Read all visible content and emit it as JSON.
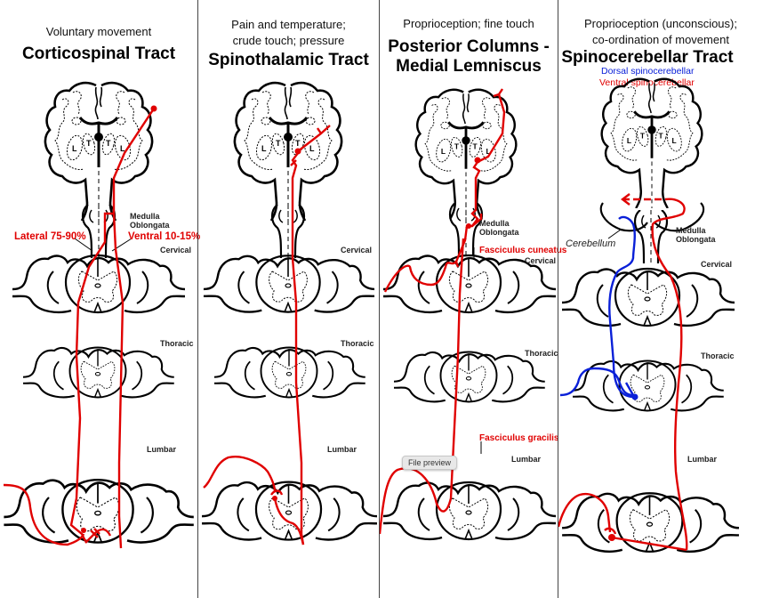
{
  "panels": [
    {
      "subtitle": [
        "Voluntary movement"
      ],
      "title": [
        "Corticospinal Tract"
      ],
      "labels": {
        "medulla": [
          "Medulla",
          "Oblongata"
        ],
        "cervical": "Cervical",
        "thoracic": "Thoracic",
        "lumbar": "Lumbar",
        "lateral": "Lateral 75-90%",
        "ventral": "Ventral 10-15%"
      }
    },
    {
      "subtitle": [
        "Pain and temperature;",
        "crude touch; pressure"
      ],
      "title": [
        "Spinothalamic Tract"
      ],
      "labels": {
        "cervical": "Cervical",
        "thoracic": "Thoracic",
        "lumbar": "Lumbar"
      }
    },
    {
      "subtitle": [
        "Proprioception; fine touch"
      ],
      "title": [
        "Posterior Columns -",
        "Medial Lemniscus"
      ],
      "labels": {
        "medulla": [
          "Medulla",
          "Oblongata"
        ],
        "cervical": "Cervical",
        "thoracic": "Thoracic",
        "lumbar": "Lumbar",
        "cuneatus": "Fasciculus cuneatus",
        "gracilis": "Fasciculus gracilis"
      },
      "tooltip": "File preview"
    },
    {
      "subtitle": [
        "Proprioception (unconscious);",
        "co-ordination of movement"
      ],
      "title": [
        "Spinocerebellar Tract"
      ],
      "legend": [
        {
          "label": "Dorsal spinocerebellar",
          "color": "#0a20d8"
        },
        {
          "label": "Ventral spinocerebellar",
          "color": "#e00000"
        }
      ],
      "labels": {
        "medulla": [
          "Medulla",
          "Oblongata"
        ],
        "cervical": "Cervical",
        "thoracic": "Thoracic",
        "lumbar": "Lumbar",
        "cerebellum": "Cerebellum"
      }
    }
  ],
  "brain_labels": {
    "lentiform": "L",
    "thalamus": "T"
  },
  "colors": {
    "tract_red": "#e00000",
    "tract_blue": "#0a20d8",
    "outline": "#000000"
  }
}
